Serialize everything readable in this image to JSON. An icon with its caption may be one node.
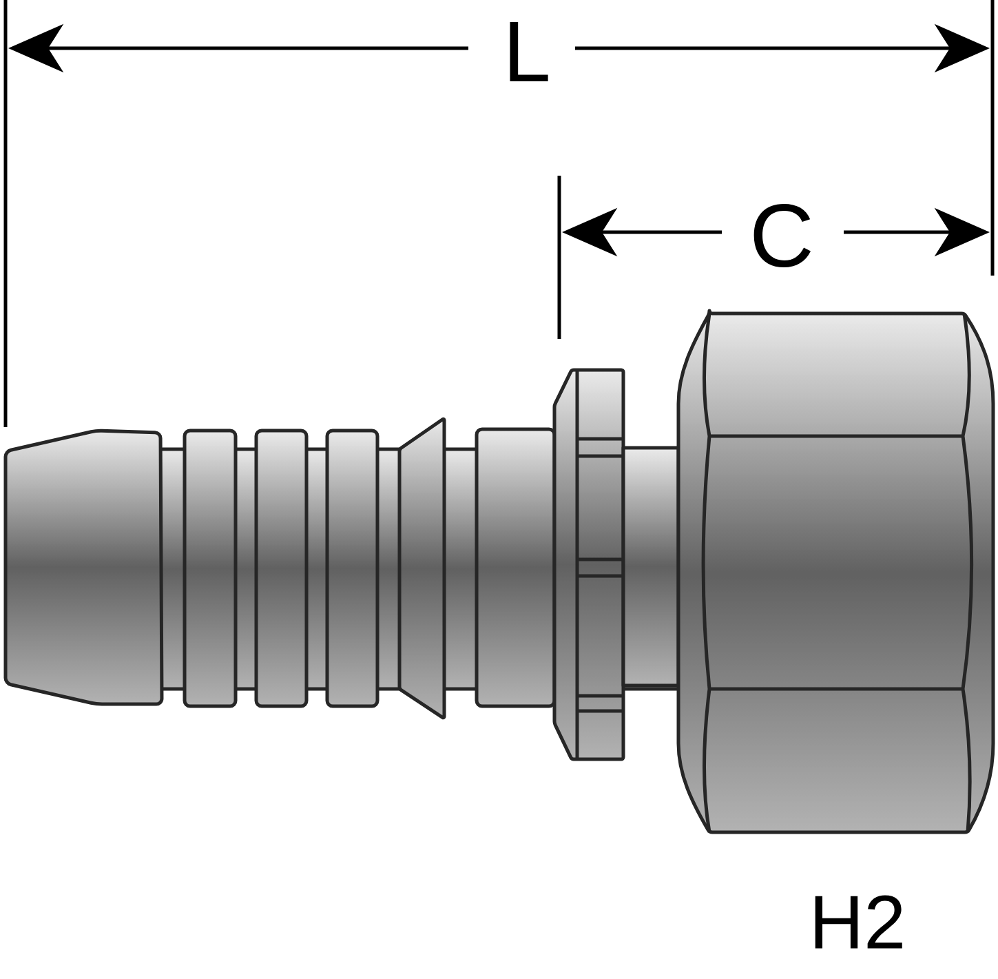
{
  "diagram": {
    "labels": [
      "L",
      "C",
      "H2"
    ]
  }
}
